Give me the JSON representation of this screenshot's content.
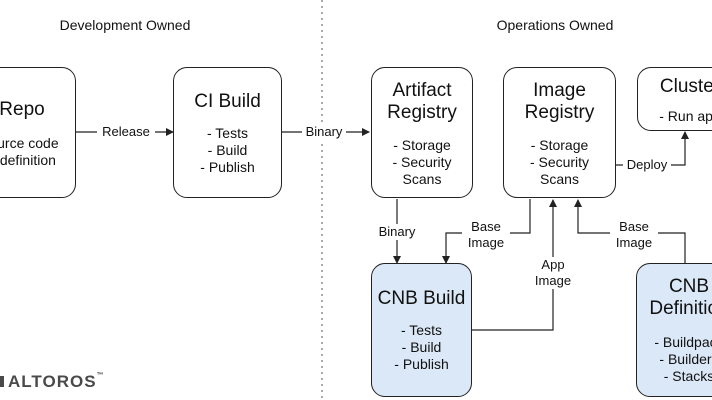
{
  "sections": {
    "development": "Development Owned",
    "operations": "Operations Owned"
  },
  "nodes": {
    "repo": {
      "title": "Repo",
      "items": [
        "ource code",
        "I definition"
      ]
    },
    "ci_build": {
      "title": "CI Build",
      "items": [
        "- Tests",
        "- Build",
        "- Publish"
      ]
    },
    "artifact_registry": {
      "title": [
        "Artifact",
        "Registry"
      ],
      "items": [
        "- Storage",
        "- Security",
        "Scans"
      ]
    },
    "image_registry": {
      "title": [
        "Image",
        "Registry"
      ],
      "items": [
        "- Storage",
        "- Security",
        "Scans"
      ]
    },
    "cluster": {
      "title": "Cluster",
      "items": [
        "- Run app"
      ]
    },
    "cnb_build": {
      "title": "CNB Build",
      "items": [
        "- Tests",
        "- Build",
        "- Publish"
      ]
    },
    "cnb_definition": {
      "title": [
        "CNB",
        "Definition"
      ],
      "items": [
        "- Buildpack",
        "- Builders",
        "- Stacks"
      ]
    }
  },
  "edges": {
    "release": "Release",
    "binary_top": "Binary",
    "binary_down": "Binary",
    "deploy": "Deploy",
    "base_image_left": [
      "Base",
      "Image"
    ],
    "base_image_right": [
      "Base",
      "Image"
    ],
    "app_image": [
      "App",
      "Image"
    ]
  },
  "logo": {
    "text": "ALTOROS",
    "tm": "™"
  },
  "colors": {
    "highlight_fill": "#dbe8f7",
    "stroke": "#222222",
    "divider": "#555555"
  }
}
